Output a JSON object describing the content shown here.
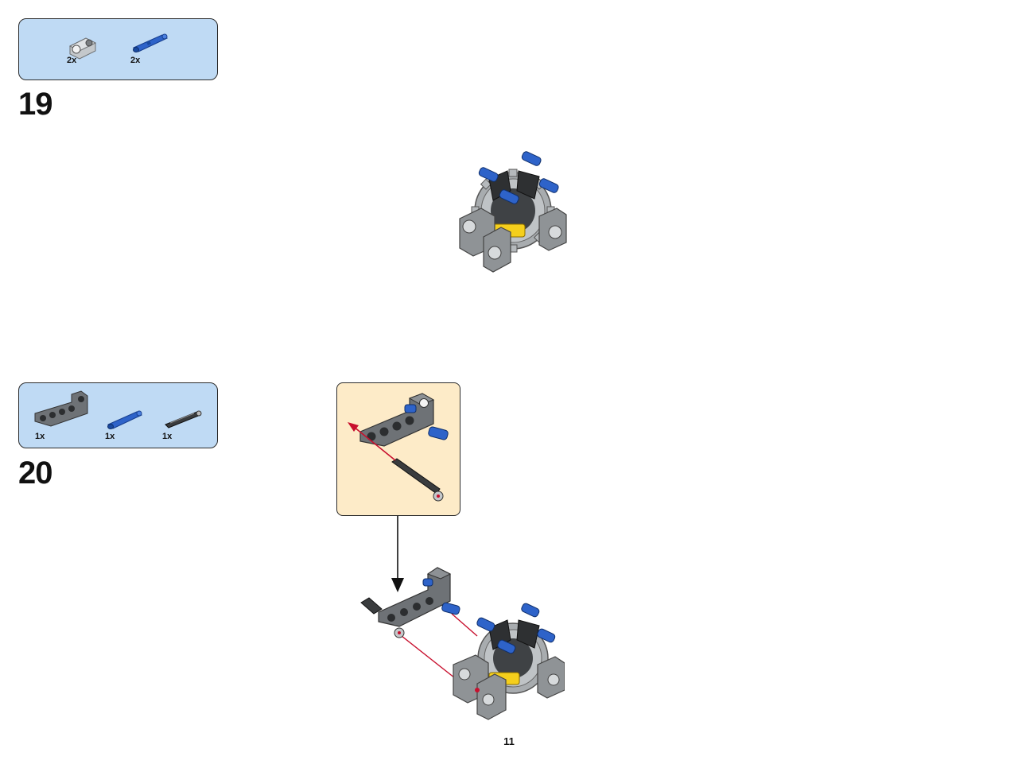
{
  "steps": [
    {
      "number": "19",
      "parts": [
        {
          "name": "axle-pin-connector",
          "color": "#b8bcbf",
          "qty": "2x"
        },
        {
          "name": "blue-long-pin",
          "color": "#2e63c9",
          "qty": "2x"
        }
      ]
    },
    {
      "number": "20",
      "parts": [
        {
          "name": "bent-liftarm",
          "color": "#6e7276",
          "qty": "1x"
        },
        {
          "name": "blue-long-pin",
          "color": "#2e63c9",
          "qty": "1x"
        },
        {
          "name": "axle-with-stop",
          "color": "#3a3c3e",
          "qty": "1x"
        }
      ]
    }
  ],
  "colors": {
    "parts_box_bg": "#bfdaf4",
    "callout_bg": "#fdebc8",
    "assembly_arrow": "#c8102e",
    "dark_gray": "#55595c",
    "light_gray": "#a0a5a8",
    "blue": "#2e63c9",
    "yellow": "#f5cf1c"
  },
  "page_number": "11"
}
